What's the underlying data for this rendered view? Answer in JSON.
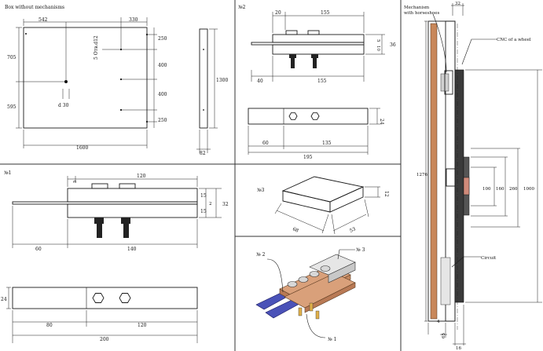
{
  "panels": {
    "box": {
      "title": "Box without mechanisms",
      "dims": {
        "top_left": "542",
        "top_right": "330",
        "bolt_note": "5 Отв.d12",
        "left_upper": "705",
        "left_lower": "595",
        "hole": "d 30",
        "right": [
          "250",
          "400",
          "400",
          "250"
        ],
        "bottom": "1600",
        "side_height": "1300",
        "side_width": "82"
      }
    },
    "n2": {
      "title": "№2",
      "dims": {
        "top_a": "20",
        "top_b": "155",
        "right_a": "5",
        "right_b": "10",
        "right_total": "36",
        "bottom_a": "40",
        "bottom_b": "155",
        "plan_height": "24",
        "plan_a": "60",
        "plan_b": "135",
        "plan_total": "195"
      }
    },
    "n1": {
      "title": "№1",
      "dims": {
        "top_a": "5",
        "top_b": "120",
        "right_a": "15",
        "right_b": "2",
        "right_c": "15",
        "right_total": "32",
        "bottom_a": "60",
        "bottom_b": "140",
        "plan_height": "24",
        "plan_a": "80",
        "plan_b": "120",
        "plan_total": "200"
      }
    },
    "n3": {
      "title": "№3",
      "dims": {
        "height": "12",
        "depth": "68",
        "width": "53"
      }
    },
    "assembly": {
      "labels": {
        "n2": "№ 2",
        "n3": "№ 3",
        "n1": "№ 1"
      }
    },
    "section": {
      "mechanism_label_1": "Mechanism",
      "mechanism_label_2": "with horseshoes",
      "cnc_label": "CNC of a wheel",
      "circuit_label": "Circuit",
      "dims": {
        "top": "32",
        "length": "1276",
        "d100": "100",
        "d160": "160",
        "d260": "260",
        "d1000": "1000",
        "bottom_a": "4",
        "bottom_b": "65",
        "bottom_c": "16"
      }
    }
  },
  "colors": {
    "line": "#1a1a1a",
    "copper": "#d9a07a",
    "copper_dark": "#b97a55",
    "blue_bar": "#4a52b8",
    "steel": "#c8c8c8",
    "gold": "#e0b04a",
    "wood": "#c8875a"
  }
}
